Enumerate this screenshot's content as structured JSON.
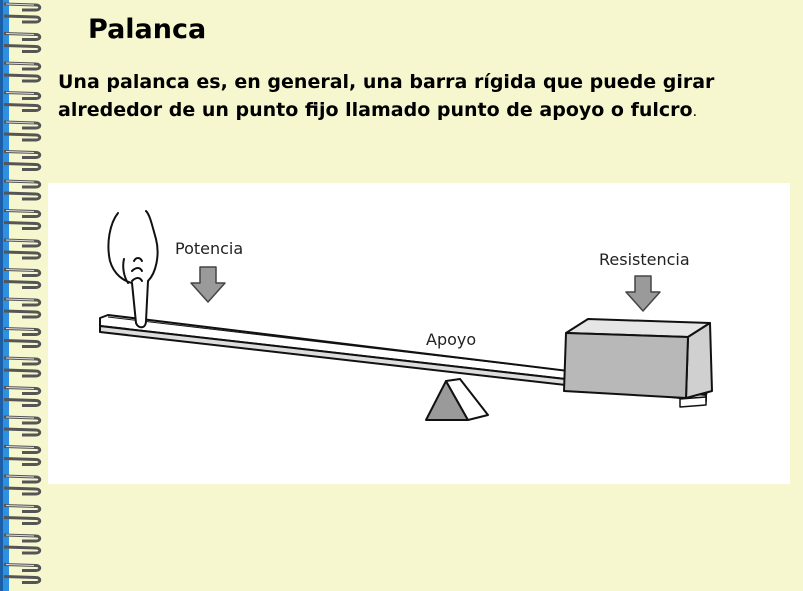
{
  "page": {
    "title": "Palanca",
    "definition": "Una palanca es, en general, una barra rígida que puede girar alrededor de un punto fijo llamado punto de apoyo o fulcro",
    "definition_end": "."
  },
  "figure": {
    "effort_label": "Potencia",
    "load_label": "Resistencia",
    "fulcrum_label": "Apoyo"
  },
  "colors": {
    "page_background": "#f7f7cf",
    "spiral_blue": "#2f8fe0",
    "figure_background": "#ffffff",
    "arrow_gray": "#9a9a9a",
    "block_gray": "#b8b8b8"
  }
}
